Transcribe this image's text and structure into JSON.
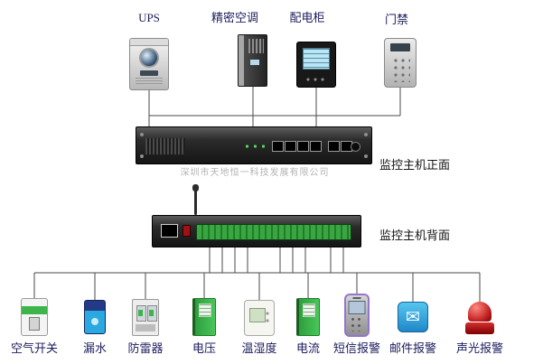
{
  "watermark": "深圳市天地恒一科技发展有限公司",
  "top_devices": [
    {
      "id": "ups",
      "label": "UPS"
    },
    {
      "id": "precision-ac",
      "label": "精密空调"
    },
    {
      "id": "power-distribution-cabinet",
      "label": "配电柜"
    },
    {
      "id": "access-control",
      "label": "门禁"
    }
  ],
  "racks": {
    "front_label": "监控主机正面",
    "back_label": "监控主机背面"
  },
  "bottom_devices": [
    {
      "id": "air-switch",
      "label": "空气开关"
    },
    {
      "id": "water-leak",
      "label": "漏水"
    },
    {
      "id": "surge-protector",
      "label": "防雷器"
    },
    {
      "id": "voltage",
      "label": "电压"
    },
    {
      "id": "temp-humidity",
      "label": "温湿度"
    },
    {
      "id": "current",
      "label": "电流"
    },
    {
      "id": "sms-alarm",
      "label": "短信报警"
    },
    {
      "id": "email-alarm",
      "label": "邮件报警"
    },
    {
      "id": "sound-light-alarm",
      "label": "声光报警"
    }
  ],
  "icons": {
    "email_glyph": "✉"
  },
  "colors": {
    "connector_line": "#4a4a4a",
    "device_label": "#1c1c5e",
    "module_green": "#3cb54a",
    "alarm_red": "#c62828",
    "email_blue": "#2aa9e0"
  }
}
